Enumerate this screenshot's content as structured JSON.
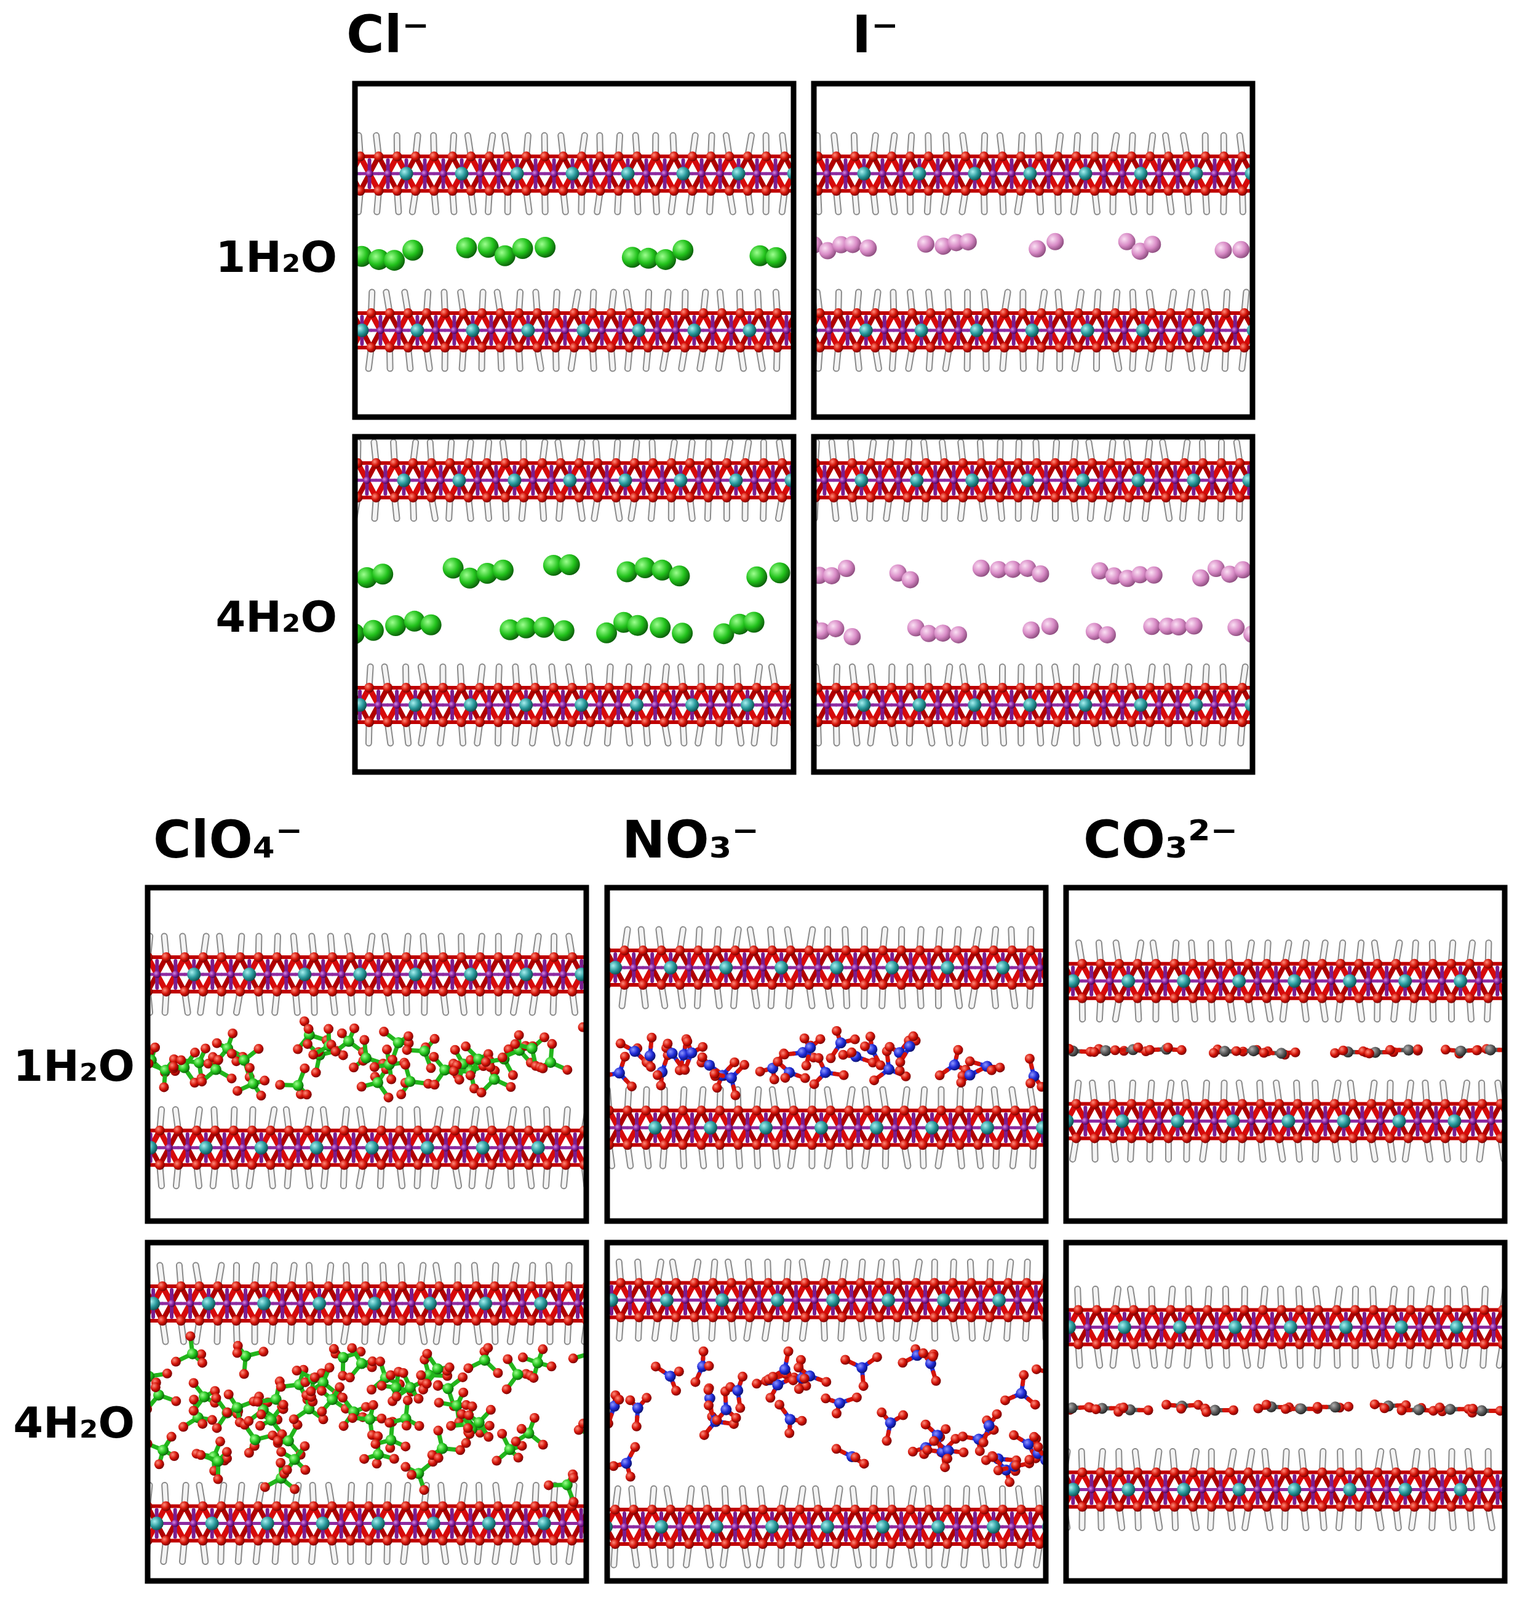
{
  "diagram": {
    "labels": [
      "Cl⁻",
      "I⁻",
      "1H₂O",
      "4H₂O",
      "ClO₄⁻",
      "NO₃⁻",
      "CO₃²⁻",
      "1H₂O",
      "4H₂O"
    ]
  }
}
